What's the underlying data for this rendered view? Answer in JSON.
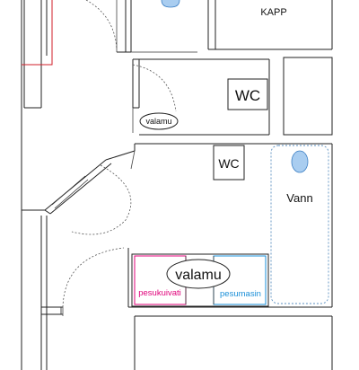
{
  "labels": {
    "kapp": "KAPP",
    "wc_upper": "WC",
    "valamu_small": "valamu",
    "wc_lower": "WC",
    "vann": "Vann",
    "valamu_large": "valamu",
    "pesukuivati": "pesukuivati",
    "pesumasin": "pesumasin"
  },
  "colors": {
    "pesukuivati": "#e0007a",
    "pesumasin": "#1a8fd8",
    "fixture_blue": "#a9cdf0",
    "fixture_blue_stroke": "#3b7fc4",
    "tub_outline": "#5a8fc0",
    "wall": "#222222",
    "red_outline": "#d21f2a"
  }
}
